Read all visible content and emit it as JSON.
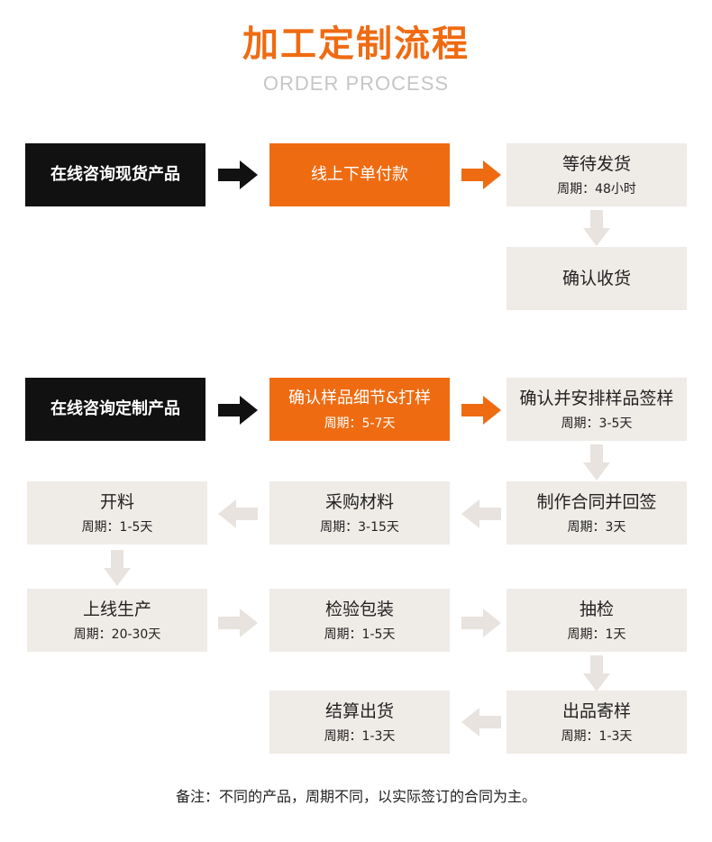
{
  "header": {
    "title": "加工定制流程",
    "subtitle": "ORDER PROCESS"
  },
  "stock_flow": {
    "consult": "在线咨询现货产品",
    "pay": "线上下单付款",
    "wait": {
      "label": "等待发货",
      "period": "周期：48小时"
    },
    "confirm_receipt": "确认收货"
  },
  "custom_flow": {
    "consult": "在线咨询定制产品",
    "sample": {
      "label": "确认样品细节&打样",
      "period": "周期：5-7天"
    },
    "sample_sign": {
      "label": "确认并安排样品签样",
      "period": "周期：3-5天"
    },
    "contract": {
      "label": "制作合同并回签",
      "period": "周期：3天"
    },
    "purchase": {
      "label": "采购材料",
      "period": "周期：3-15天"
    },
    "cutting": {
      "label": "开料",
      "period": "周期：1-5天"
    },
    "production": {
      "label": "上线生产",
      "period": "周期：20-30天"
    },
    "packing": {
      "label": "检验包装",
      "period": "周期：1-5天"
    },
    "output_sample": {
      "label": "抽检",
      "period": "周期：1天"
    },
    "ship_sample": {
      "label": "出品寄样",
      "period": "周期：1-3天"
    },
    "settle": {
      "label": "结算出货",
      "period": "周期：1-3天"
    }
  },
  "note": "备注：不同的产品，周期不同，以实际签订的合同为主。",
  "colors": {
    "accent": "#ef6b12",
    "dark": "#111111",
    "light_box": "#efebe7",
    "light_arrow": "#e8e3de",
    "orange_arrow": "#ef6b12",
    "black_arrow": "#111111"
  }
}
